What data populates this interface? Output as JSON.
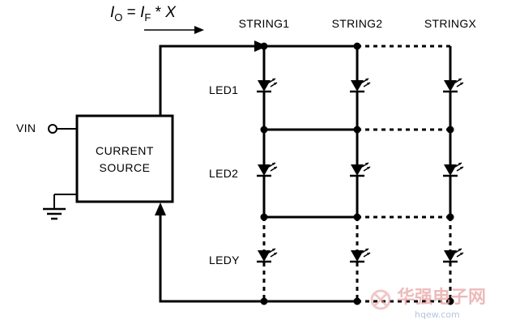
{
  "formula": {
    "io_symbol": "I",
    "io_sub": "O",
    "equals": " = ",
    "if_symbol": "I",
    "if_sub": "F",
    "times": " * ",
    "x_symbol": "X"
  },
  "strings": [
    "STRING1",
    "STRING2",
    "STRINGX"
  ],
  "leds": [
    "LED1",
    "LED2",
    "LEDY"
  ],
  "source": {
    "line1": "CURRENT",
    "line2": "SOURCE"
  },
  "vin_label": "VIN",
  "watermark": {
    "text": "华强电子网",
    "url": "hqew.com"
  },
  "colors": {
    "wire": "#000000",
    "watermark": "#e8a3a3"
  }
}
